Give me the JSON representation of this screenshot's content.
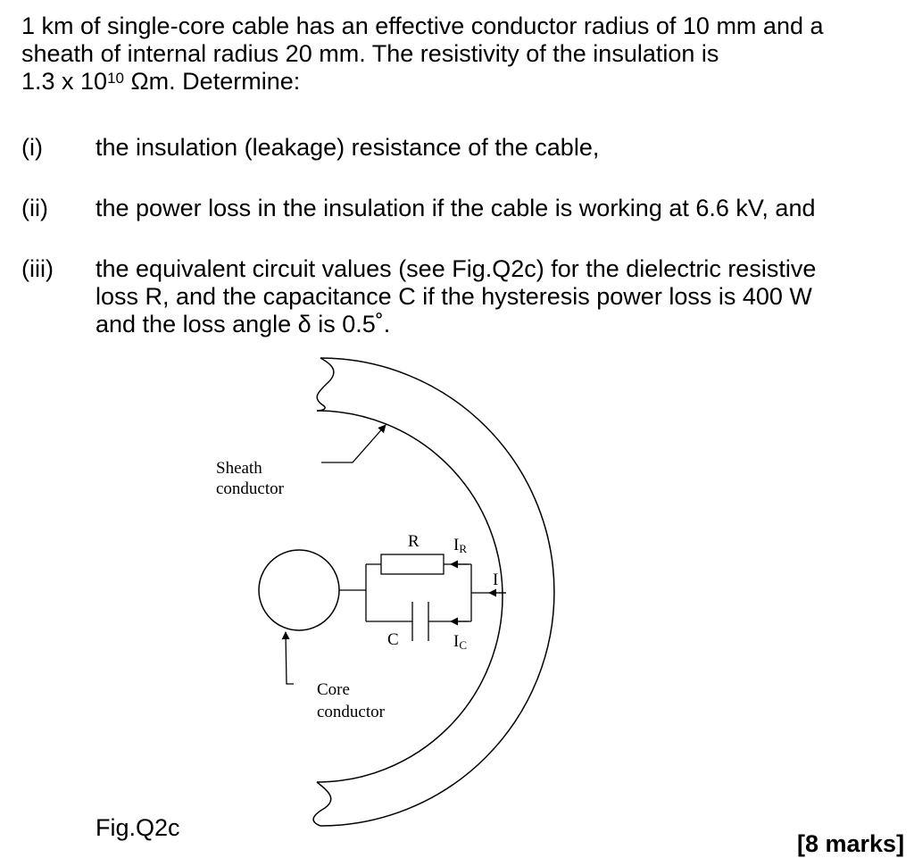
{
  "question": {
    "line1": "1 km of single-core cable has an effective conductor radius of 10 mm and a",
    "line2": "sheath of internal radius 20 mm. The resistivity of the insulation is",
    "line3_pre": "1.3 x 10",
    "line3_exp": "10",
    "line3_post": " Ωm. Determine:"
  },
  "items": [
    {
      "num": "(i)",
      "text": "the insulation (leakage) resistance of the cable,"
    },
    {
      "num": "(ii)",
      "text": "the power loss in the insulation if the cable is working at 6.6 kV, and"
    },
    {
      "num": "(iii)",
      "lines": [
        "the equivalent circuit values (see Fig.Q2c) for the dielectric resistive",
        "loss R, and the capacitance C if the hysteresis power loss is 400 W",
        "and the loss angle δ is 0.5˚."
      ]
    }
  ],
  "figure": {
    "caption": "Fig.Q2c",
    "sheath_label_1": "Sheath",
    "sheath_label_2": "conductor",
    "core_label_1": "Core",
    "core_label_2": "conductor",
    "r_label": "R",
    "c_label": "C",
    "ir_main": "I",
    "ir_sub": "R",
    "ic_main": "I",
    "ic_sub": "C",
    "i_label": "I"
  },
  "marks": "[8 marks]"
}
